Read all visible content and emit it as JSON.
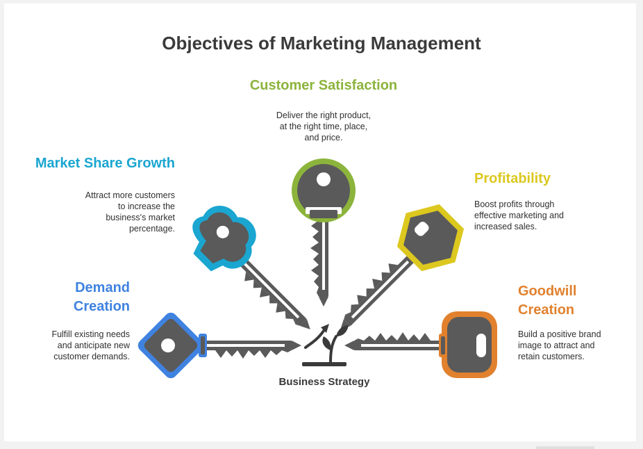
{
  "title": "Objectives of Marketing Management",
  "center_label": "Business Strategy",
  "objectives": [
    {
      "heading": "Customer Satisfaction",
      "description": [
        "Deliver the right product,",
        "at the right time, place,",
        "and price."
      ],
      "color": "#8cb43c"
    },
    {
      "heading": "Market Share Growth",
      "description": [
        "Attract more customers",
        "to increase the",
        "business's market",
        "percentage."
      ],
      "color": "#1aa6d1"
    },
    {
      "heading": "Profitability",
      "description": [
        "Boost profits through",
        "effective marketing and",
        "increased sales."
      ],
      "color": "#dcc81e"
    },
    {
      "heading": [
        "Demand",
        "Creation"
      ],
      "description": [
        "Fulfill existing needs",
        "and anticipate new",
        "customer demands."
      ],
      "color": "#3f82e0"
    },
    {
      "heading": [
        "Goodwill",
        "Creation"
      ],
      "description": [
        "Build a positive brand",
        "image to attract and",
        "retain customers."
      ],
      "color": "#e1812e"
    }
  ],
  "key_color": "#5a5a5a"
}
